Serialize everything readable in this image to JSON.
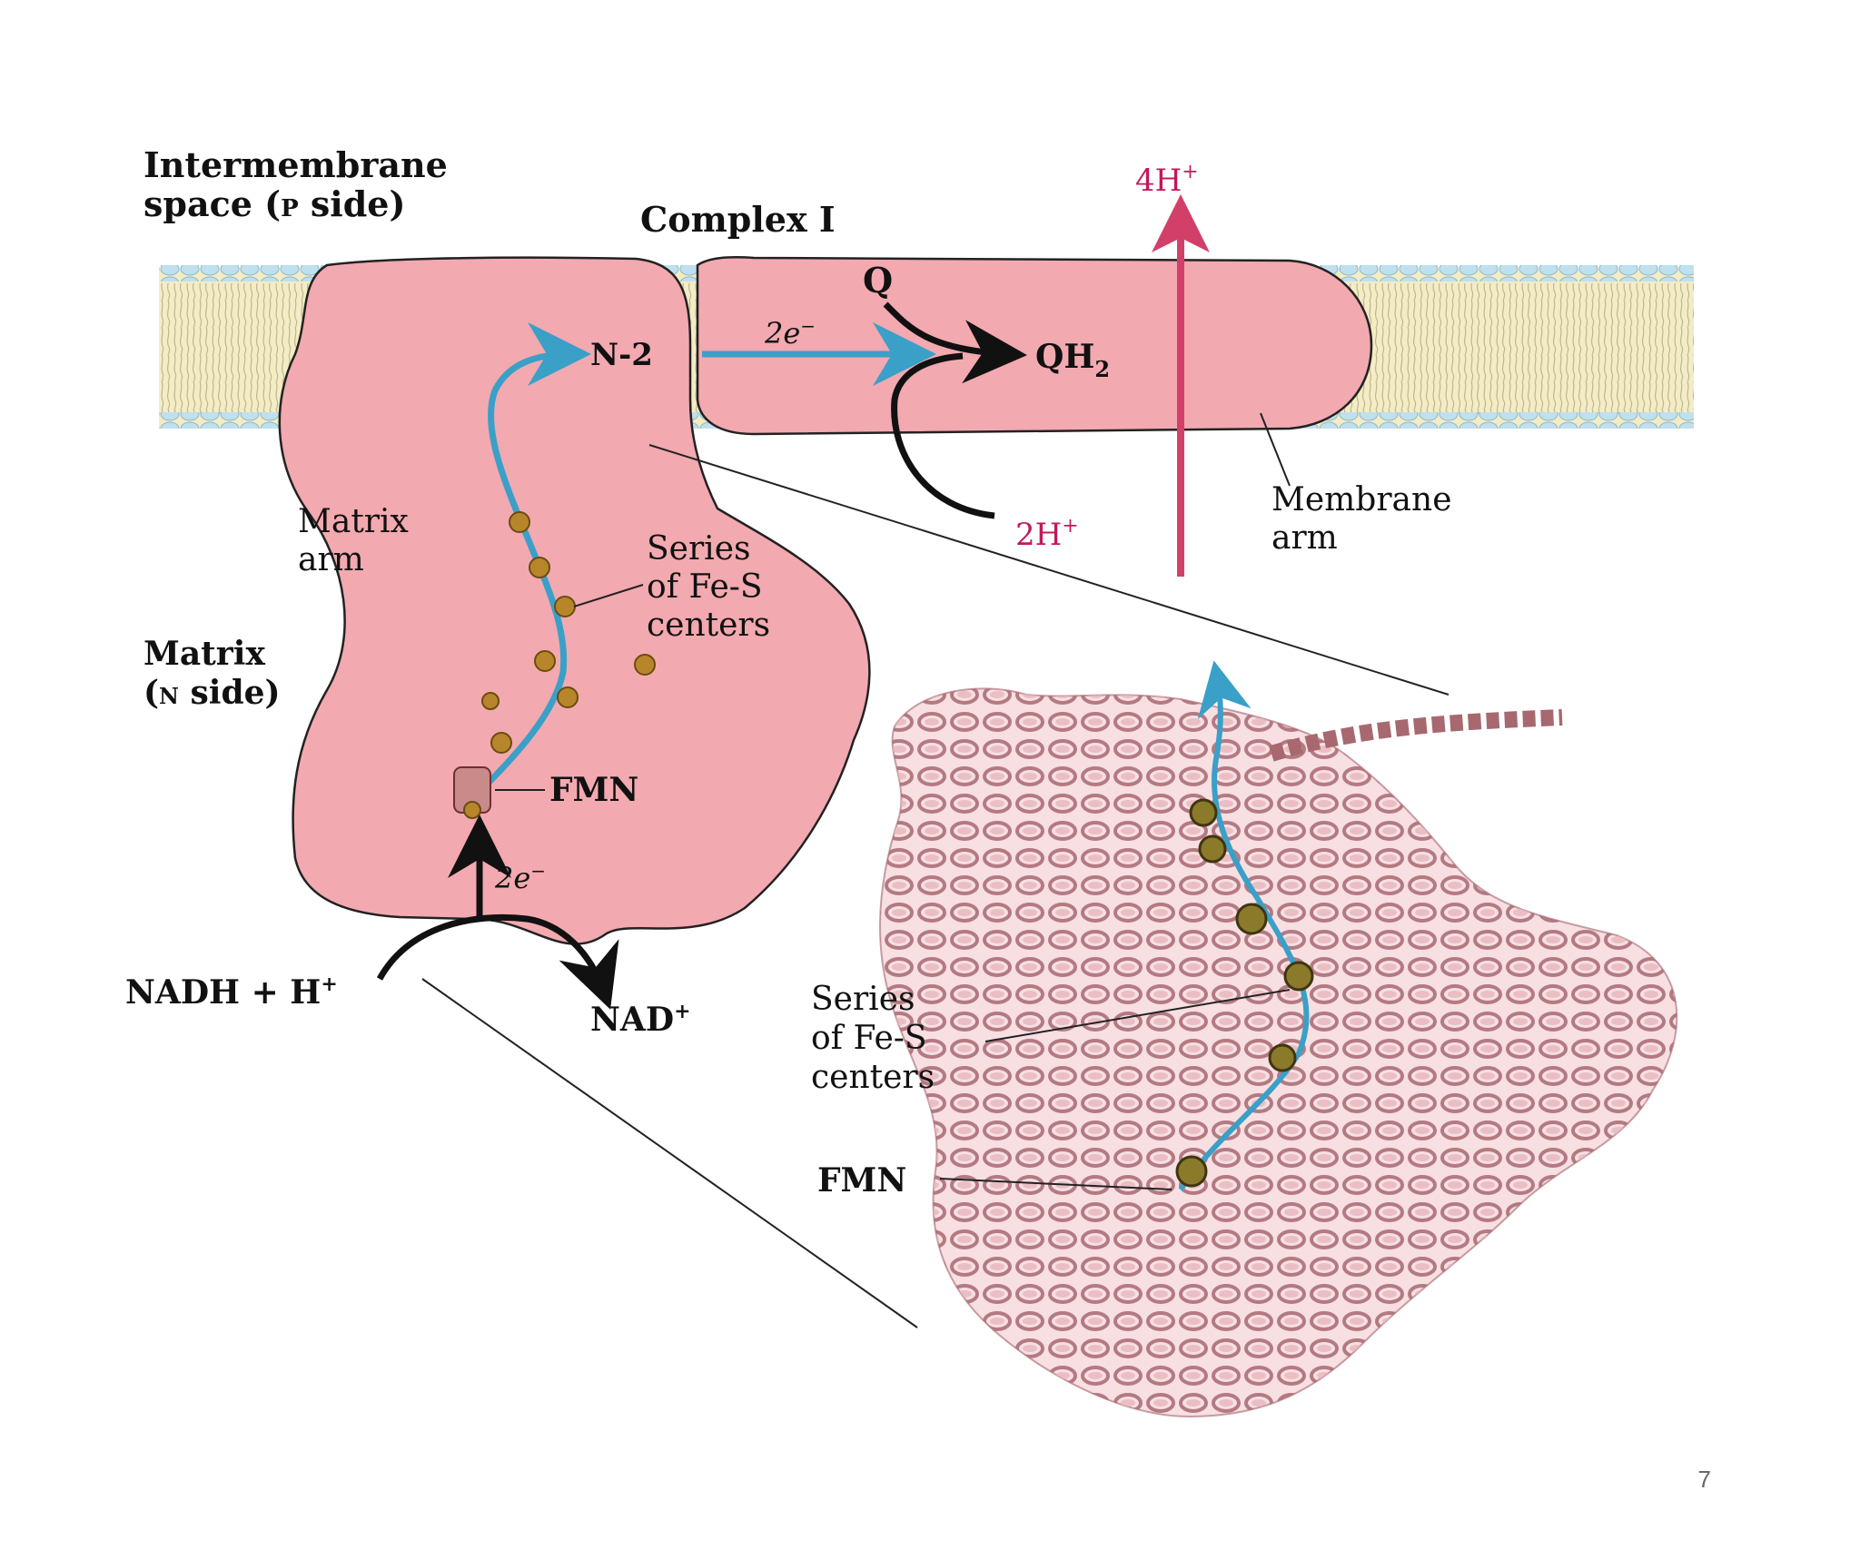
{
  "diagram": {
    "intermembrane_line1": "Intermembrane",
    "intermembrane_line2_a": "space (",
    "intermembrane_line2_p": "P",
    "intermembrane_line2_b": " side)",
    "complex_title": "Complex I",
    "proton_out_top": "4H",
    "proton_out_top_sup": "+",
    "quinone": "Q",
    "quinol": "QH",
    "quinol_sub": "2",
    "n2": "N-2",
    "electrons_mem": "2e",
    "electrons_mem_sup": "−",
    "protons_matrix": "2H",
    "protons_matrix_sup": "+",
    "matrix_arm_1": "Matrix",
    "matrix_arm_2": "arm",
    "series_1": "Series",
    "series_2": "of Fe-S",
    "series_3": "centers",
    "membrane_arm_1": "Membrane",
    "membrane_arm_2": "arm",
    "matrix_side_1": "Matrix",
    "matrix_side_2_a": "(",
    "matrix_side_2_n": "N",
    "matrix_side_2_b": " side)",
    "fmn": "FMN",
    "electrons_nadh": "2e",
    "electrons_nadh_sup": "−",
    "nadh": "NADH + H",
    "nadh_sup": "+",
    "nad": "NAD",
    "nad_sup": "+",
    "struct_series_1": "Series",
    "struct_series_2": "of Fe-S",
    "struct_series_3": "centers",
    "struct_fmn": "FMN"
  },
  "page_number": "7",
  "colors": {
    "protein": "#f2a9b0",
    "protein_outline": "#222222",
    "membrane_band": "#f3ecc4",
    "membrane_heads": "#bfe0ee",
    "electron_path": "#3aa0c8",
    "proton_arrow": "#d2406a",
    "fe_s_center": "#b8862a"
  }
}
